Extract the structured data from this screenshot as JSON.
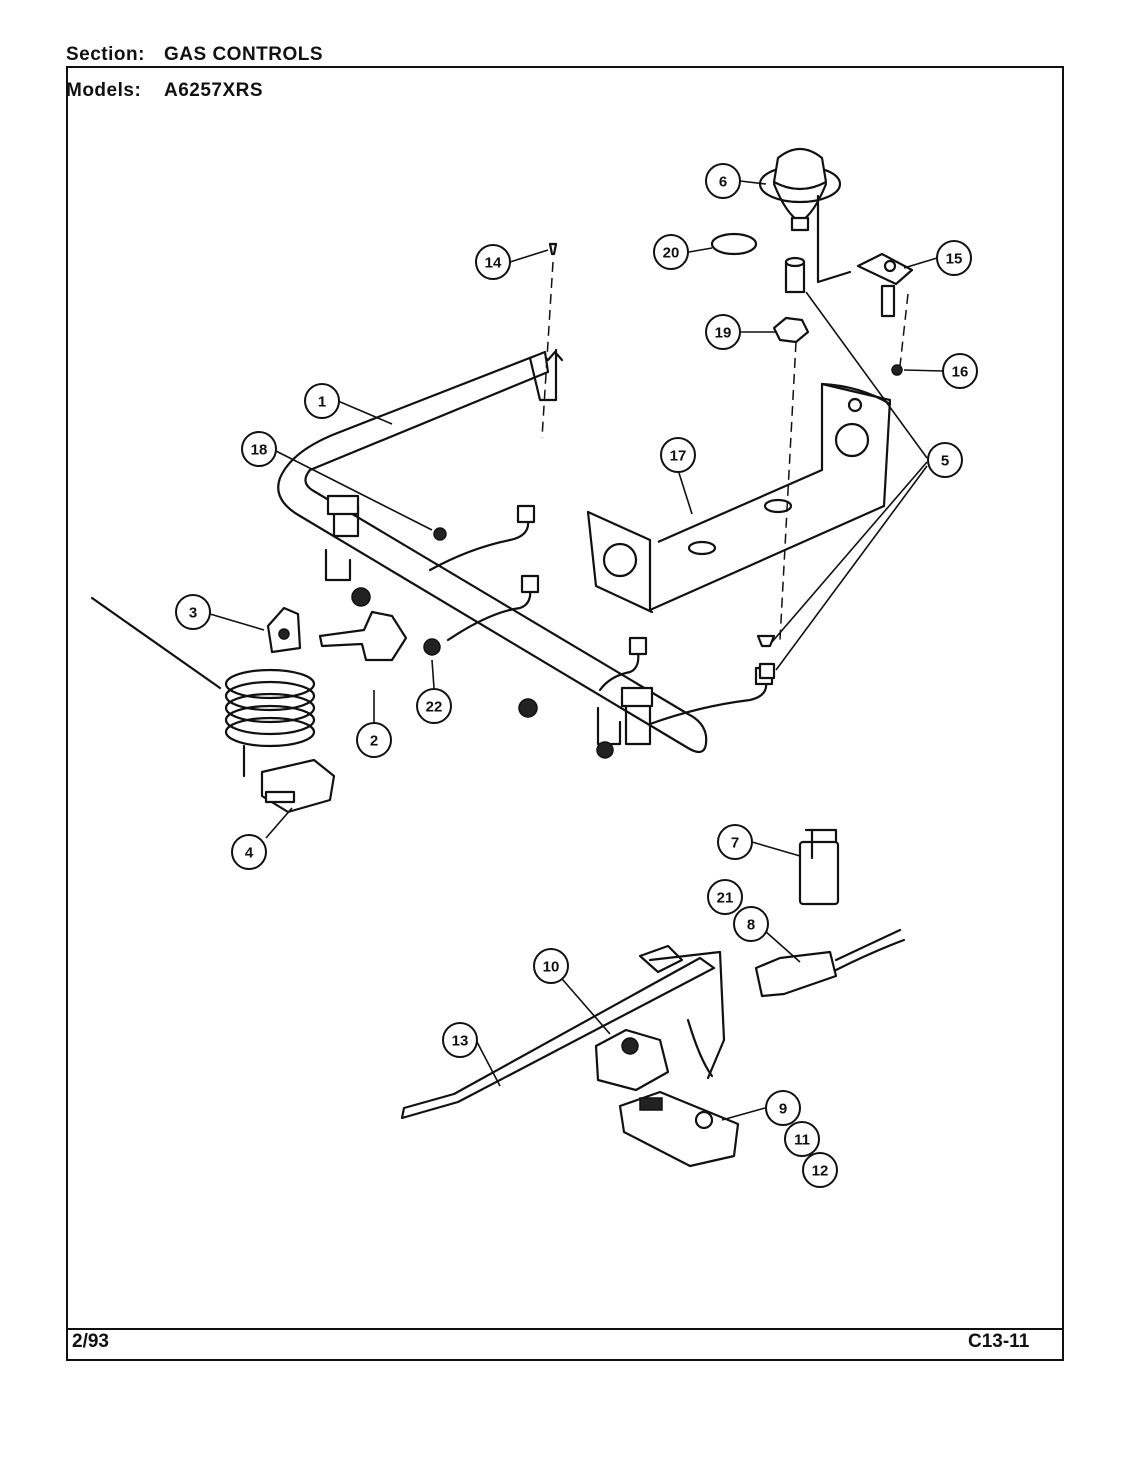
{
  "header": {
    "section_label": "Section:",
    "section_value": "GAS CONTROLS",
    "models_label": "Models:",
    "models_value": "A6257XRS"
  },
  "footer": {
    "date": "2/93",
    "code": "C13-11"
  },
  "callouts": [
    {
      "id": "c1",
      "label": "1"
    },
    {
      "id": "c2",
      "label": "2"
    },
    {
      "id": "c3",
      "label": "3"
    },
    {
      "id": "c4",
      "label": "4"
    },
    {
      "id": "c5",
      "label": "5"
    },
    {
      "id": "c6",
      "label": "6"
    },
    {
      "id": "c7",
      "label": "7"
    },
    {
      "id": "c8",
      "label": "8"
    },
    {
      "id": "c9",
      "label": "9"
    },
    {
      "id": "c10",
      "label": "10"
    },
    {
      "id": "c11",
      "label": "11"
    },
    {
      "id": "c12",
      "label": "12"
    },
    {
      "id": "c13",
      "label": "13"
    },
    {
      "id": "c14",
      "label": "14"
    },
    {
      "id": "c15",
      "label": "15"
    },
    {
      "id": "c16",
      "label": "16"
    },
    {
      "id": "c17",
      "label": "17"
    },
    {
      "id": "c18",
      "label": "18"
    },
    {
      "id": "c19",
      "label": "19"
    },
    {
      "id": "c20",
      "label": "20"
    },
    {
      "id": "c21",
      "label": "21"
    },
    {
      "id": "c22",
      "label": "22"
    }
  ]
}
